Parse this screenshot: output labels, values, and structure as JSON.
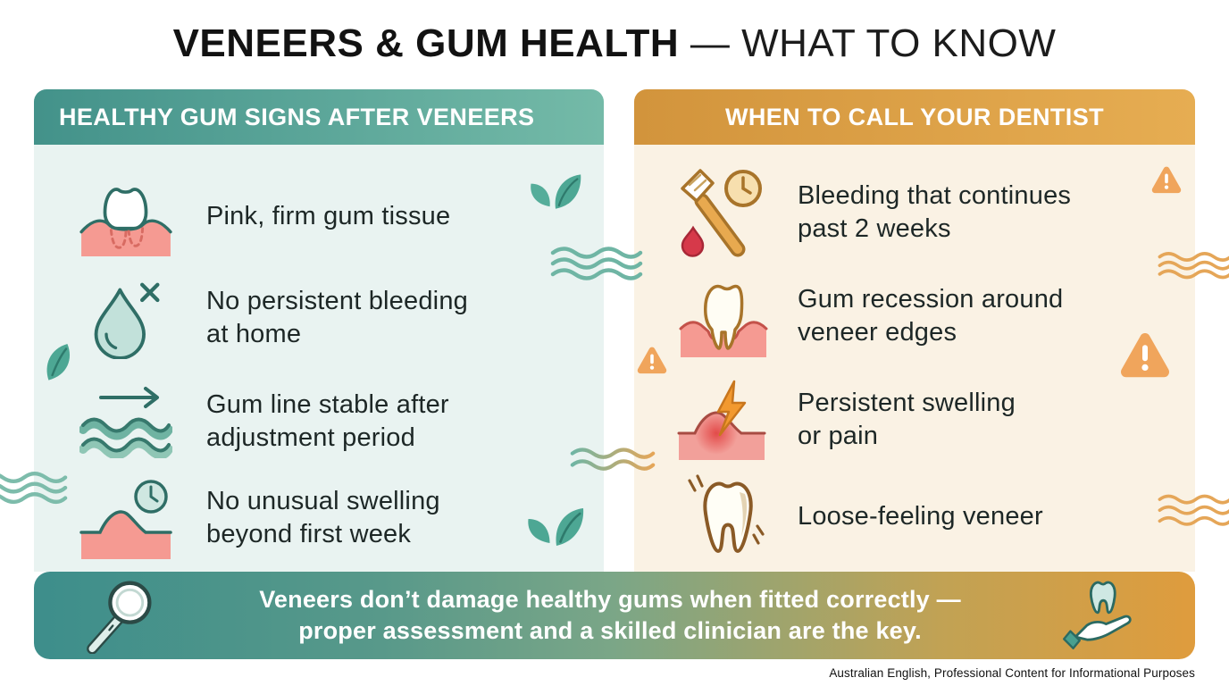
{
  "page": {
    "title_bold": "VENEERS & GUM HEALTH",
    "title_rest": " — WHAT TO KNOW",
    "footer": "Australian English, Professional Content for Informational Purposes"
  },
  "colors": {
    "teal_header_start": "#43928a",
    "teal_header_end": "#74baa8",
    "teal_panel_body": "#e9f3f1",
    "orange_header_start": "#d2943c",
    "orange_header_end": "#e6ad52",
    "orange_panel_body": "#faf2e4",
    "banner_gradient_start": "#3d8e8b",
    "banner_gradient_end": "#df9c3d",
    "accent_teal": "#4da794",
    "accent_orange": "#eda55c",
    "gum_pink": "#f59a92",
    "alert_red": "#d6394a",
    "text_dark": "#1d2726"
  },
  "left_panel": {
    "header": "HEALTHY GUM SIGNS AFTER VENEERS",
    "items": [
      {
        "icon": "healthy-gum-tooth-icon",
        "lines": [
          "Pink, firm gum tissue"
        ]
      },
      {
        "icon": "no-bleeding-drop-icon",
        "lines": [
          "No persistent bleeding",
          "at home"
        ]
      },
      {
        "icon": "stable-gum-line-icon",
        "lines": [
          "Gum line stable after",
          "adjustment period"
        ]
      },
      {
        "icon": "no-swelling-clock-icon",
        "lines": [
          "No unusual swelling",
          "beyond first week"
        ]
      }
    ]
  },
  "right_panel": {
    "header": "WHEN TO CALL YOUR DENTIST",
    "items": [
      {
        "icon": "bleeding-toothbrush-icon",
        "lines": [
          "Bleeding that continues",
          "past 2 weeks"
        ]
      },
      {
        "icon": "gum-recession-icon",
        "lines": [
          "Gum recession around",
          "veneer edges"
        ]
      },
      {
        "icon": "swelling-pain-icon",
        "lines": [
          "Persistent swelling",
          "or pain"
        ]
      },
      {
        "icon": "loose-veneer-icon",
        "lines": [
          "Loose-feeling veneer"
        ]
      }
    ]
  },
  "banner": {
    "left_icon": "dental-mirror-icon",
    "right_icon": "hand-holding-tooth-icon",
    "lines": [
      "Veneers don’t damage healthy gums when fitted correctly —",
      "proper assessment and a skilled clinician are the key."
    ]
  },
  "decorations": [
    "leaf-sprig-icon",
    "single-leaf-icon",
    "teal-waves-icon",
    "gradient-waves-icon",
    "orange-waves-icon",
    "warning-triangle-icon"
  ]
}
